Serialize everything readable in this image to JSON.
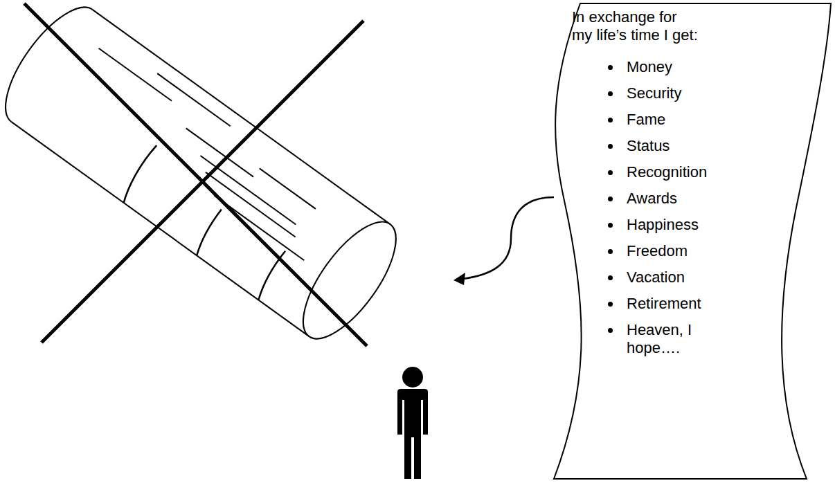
{
  "diagram": {
    "nodes": [
      {
        "text": [
          "In exchange for my life’s time I get:",
          "Money",
          "Security",
          "Fame",
          "Status",
          "Recognition",
          "Awards",
          "Happiness",
          "Freedom",
          "Vacation",
          "Retirement",
          "Heaven, I hope…."
        ]
      }
    ]
  }
}
